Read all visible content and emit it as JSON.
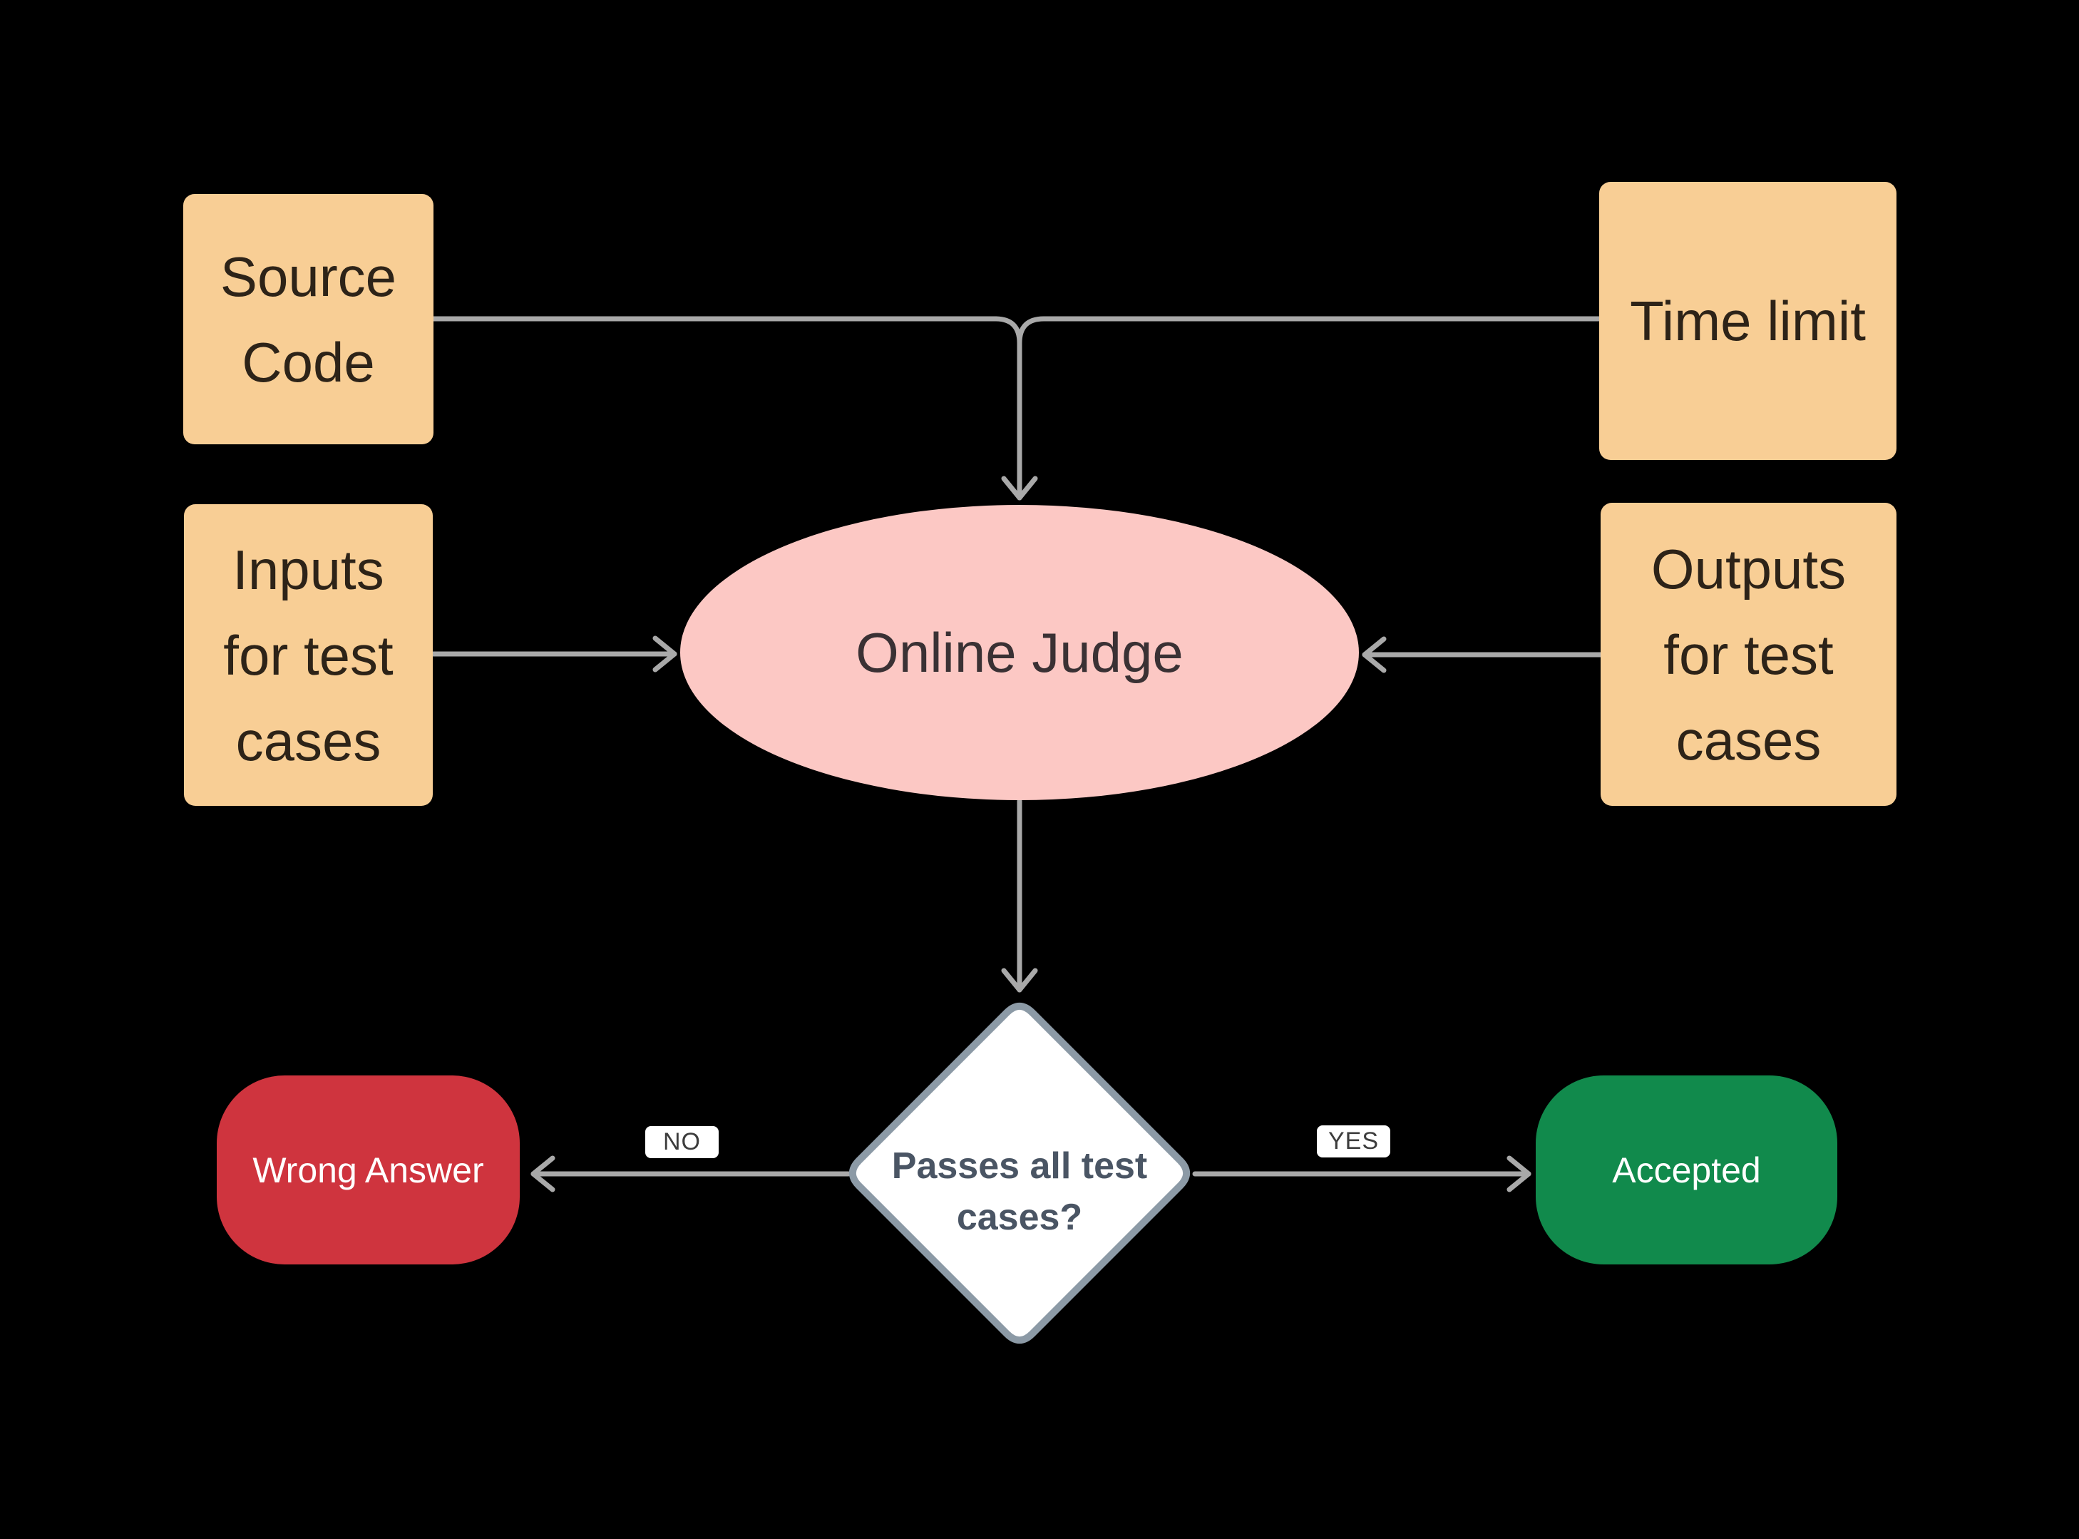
{
  "diagram": {
    "background_color": "#000000",
    "nodes": {
      "source_code": {
        "label": "Source Code",
        "lines": [
          "Source",
          "Code"
        ],
        "shape": "rectangle",
        "fill": "#F8CE95",
        "text_color": "#2D2318"
      },
      "time_limit": {
        "label": "Time limit",
        "lines": [
          "Time limit"
        ],
        "shape": "rectangle",
        "fill": "#F8CE95",
        "text_color": "#2D2318"
      },
      "inputs": {
        "label": "Inputs for test cases",
        "lines": [
          "Inputs",
          "for test",
          "cases"
        ],
        "shape": "rectangle",
        "fill": "#F8CE95",
        "text_color": "#2D2318"
      },
      "outputs": {
        "label": "Outputs for test cases",
        "lines": [
          "Outputs",
          "for test",
          "cases"
        ],
        "shape": "rectangle",
        "fill": "#F8CE95",
        "text_color": "#2D2318"
      },
      "online_judge": {
        "label": "Online Judge",
        "shape": "ellipse",
        "fill": "#FCC8C4",
        "text_color": "#3A3134"
      },
      "decision": {
        "label": "Passes all test cases?",
        "lines": [
          "Passes all test",
          "cases?"
        ],
        "shape": "diamond",
        "fill": "#FFFFFF",
        "border_color": "#8C9AA6",
        "text_color": "#4A5564"
      },
      "wrong_answer": {
        "label": "Wrong Answer",
        "shape": "rounded-rectangle",
        "fill": "#CF343E",
        "text_color": "#FFFFFF"
      },
      "accepted": {
        "label": "Accepted",
        "shape": "rounded-rectangle",
        "fill": "#118A4C",
        "text_color": "#FFFFFF"
      }
    },
    "edges": [
      {
        "from": "source_code",
        "to": "online_judge",
        "label": ""
      },
      {
        "from": "time_limit",
        "to": "online_judge",
        "label": ""
      },
      {
        "from": "inputs",
        "to": "online_judge",
        "label": ""
      },
      {
        "from": "outputs",
        "to": "online_judge",
        "label": ""
      },
      {
        "from": "online_judge",
        "to": "decision",
        "label": ""
      },
      {
        "from": "decision",
        "to": "wrong_answer",
        "label": "NO"
      },
      {
        "from": "decision",
        "to": "accepted",
        "label": "YES"
      }
    ],
    "edge_style": {
      "line_color": "#A9A9A9",
      "label_background": "#FFFFFF",
      "label_text_color": "#3C3C3C",
      "arrowhead": "open-chevron"
    }
  }
}
